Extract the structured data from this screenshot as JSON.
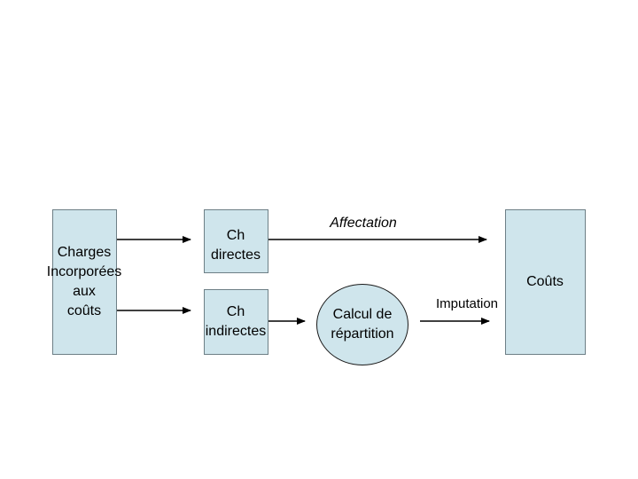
{
  "diagram": {
    "source_box": {
      "lines": [
        "Charges",
        "Incorporées",
        "aux",
        "coûts"
      ]
    },
    "direct_box": {
      "lines": [
        "Ch",
        "directes"
      ]
    },
    "indirect_box": {
      "lines": [
        "Ch",
        "indirectes"
      ]
    },
    "allocation_ellipse": {
      "lines": [
        "Calcul de",
        "répartition"
      ]
    },
    "target_box": {
      "label": "Coûts"
    },
    "edge_labels": {
      "affectation": "Affectation",
      "imputation": "Imputation"
    }
  },
  "colors": {
    "box_fill": "#cfe5ec",
    "box_border": "#6d7f86",
    "arrow": "#000000"
  }
}
